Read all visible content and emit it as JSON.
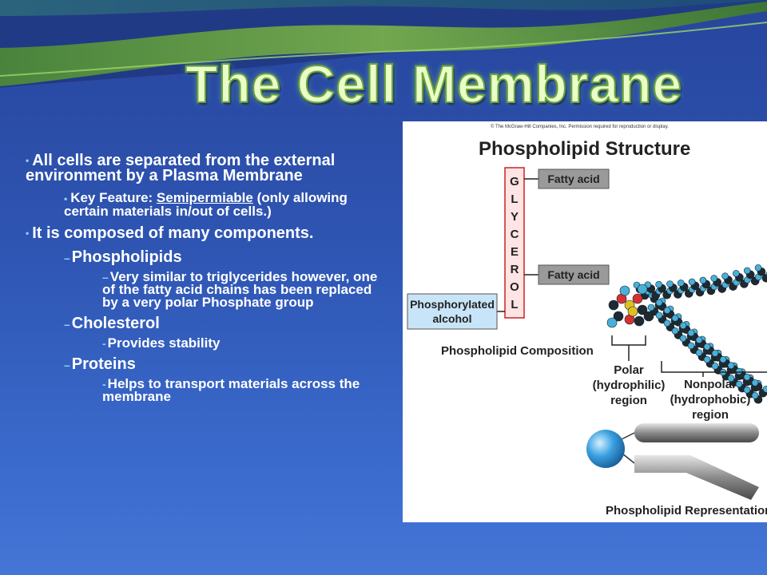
{
  "title": "The Cell Membrane",
  "bullets": {
    "b1": "All  cells are separated from the external environment by a Plasma Membrane",
    "b1_sub_pre": "Key Feature: ",
    "b1_sub_u": "Semipermiable",
    "b1_sub_post": " (only allowing certain materials in/out of cells.)",
    "b2": "It is composed of many components.",
    "phospholipids": "Phospholipids",
    "phospholipids_desc": "Very similar to triglycerides however, one of the fatty acid chains has been replaced by a very polar Phosphate group",
    "cholesterol": "Cholesterol",
    "cholesterol_desc": "Provides stability",
    "proteins": "Proteins",
    "proteins_desc": "Helps to transport materials across the membrane"
  },
  "diagram": {
    "copyright": "© The McGraw-Hill Companies, Inc. Permission required for reproduction or display.",
    "heading": "Phospholipid Structure",
    "glycerol_letters": [
      "G",
      "L",
      "Y",
      "C",
      "E",
      "R",
      "O",
      "L"
    ],
    "fatty_acid_1": "Fatty acid",
    "fatty_acid_2": "Fatty acid",
    "phosphorylated_1": "Phosphorylated",
    "phosphorylated_2": "alcohol",
    "composition": "Phospholipid Composition",
    "polar_1": "Polar",
    "polar_2": "(hydrophilic)",
    "polar_3": "region",
    "nonpolar_1": "Nonpolar",
    "nonpolar_2": "(hydrophobic)",
    "nonpolar_3": "region",
    "representation": "Phospholipid Representation"
  }
}
